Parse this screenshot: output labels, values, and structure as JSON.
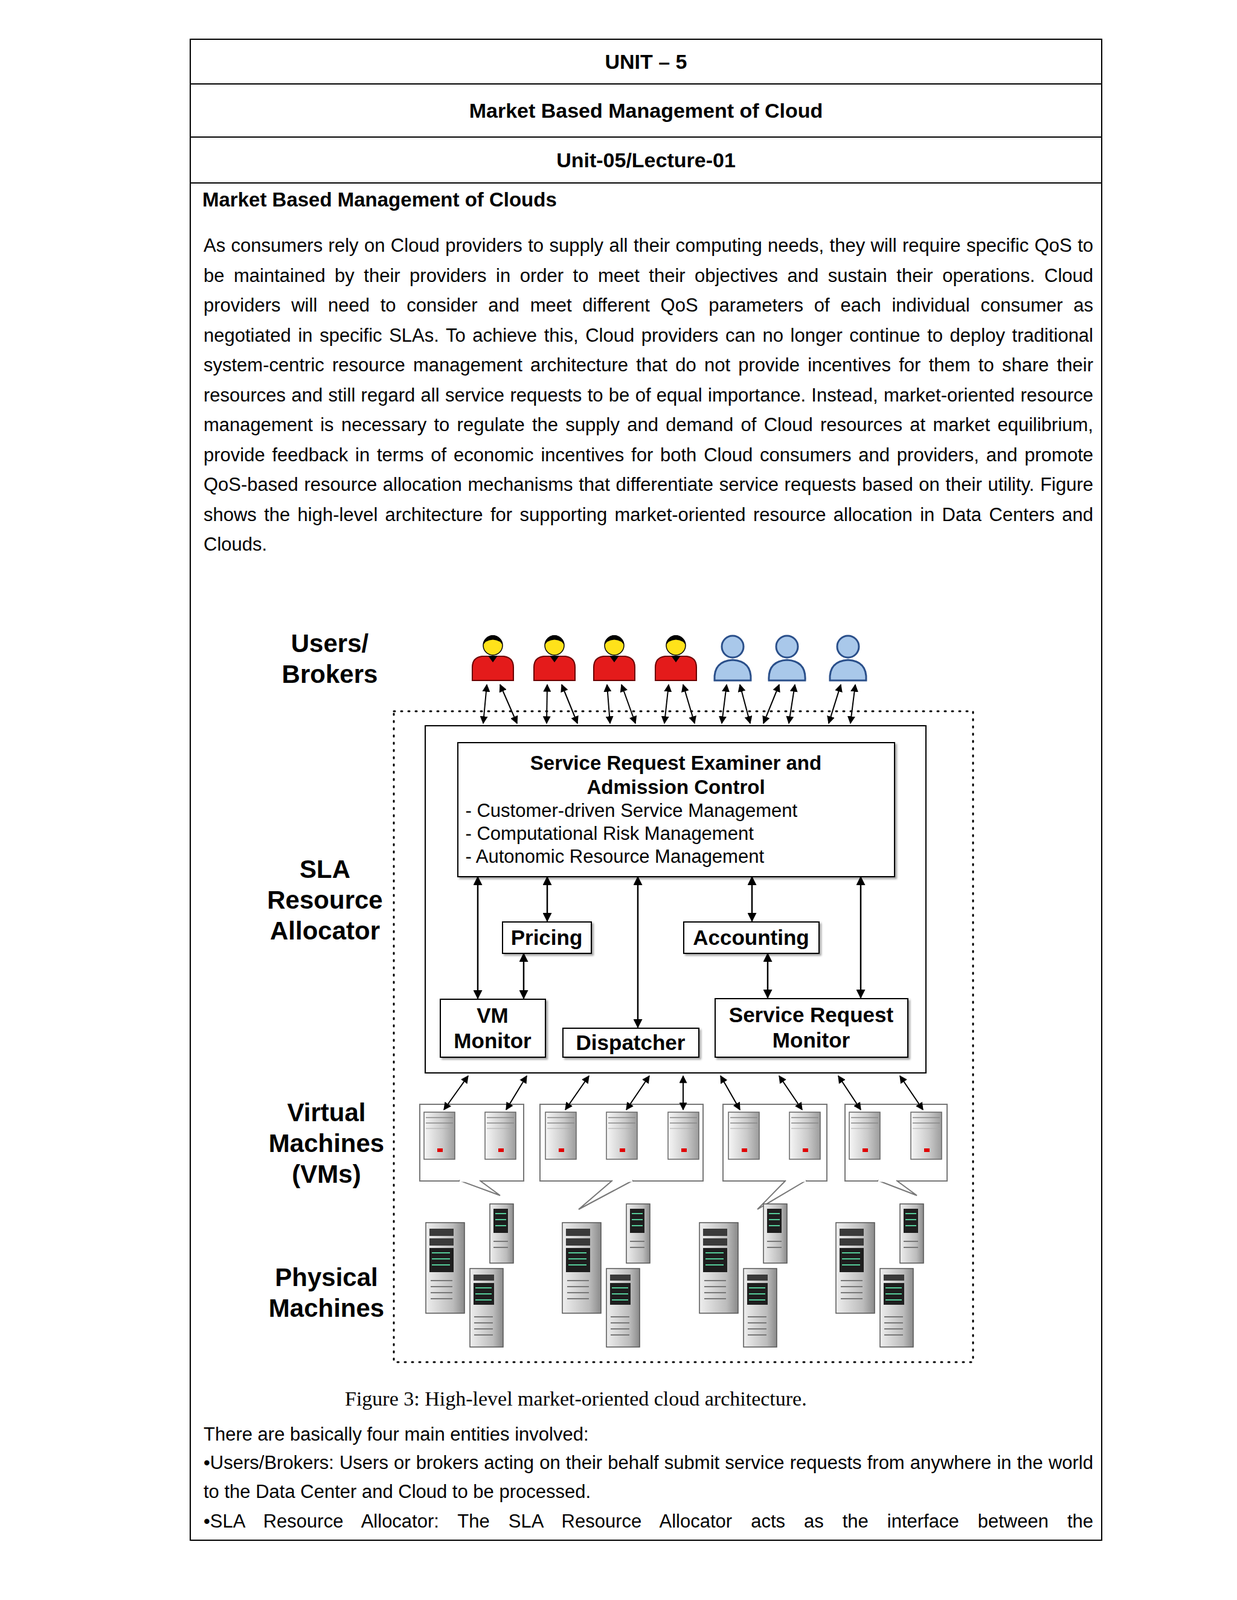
{
  "diagram": {
    "title": "Market Based Management of Clouds",
    "caption": "Figure 3: High-level market-oriented cloud architecture.",
    "nodes": [
      {
        "text": [
          "UNIT – 5"
        ]
      },
      {
        "text": [
          "Market Based Management of Cloud"
        ]
      },
      {
        "text": [
          "Unit-05/Lecture-01"
        ]
      },
      {
        "text": [
          "As consumers rely on Cloud providers to supply all their computing needs, they will require specific QoS to be maintained by their providers in order to meet their objectives and sustain their operations. Cloud providers will need to consider and meet different QoS parameters of each individual consumer as negotiated in specific SLAs. To achieve this, Cloud providers can no longer continue to deploy traditional system-centric resource management architecture that do not provide incentives for them to share their resources and still regard all service requests to be of equal importance. Instead, market-oriented resource management is necessary to regulate the supply and demand of Cloud resources at market equilibrium, provide feedback in terms of economic incentives for both Cloud consumers and providers, and promote QoS-based resource allocation mechanisms that differentiate service requests based on their utility. Figure shows the high-level architecture for supporting market-oriented resource allocation in Data Centers and Clouds.",
          "There are basically four main entities involved:",
          "•Users/Brokers: Users or brokers acting on their behalf submit service requests from anywhere in the world to the Data Center and Cloud to be processed.",
          "•SLA Resource Allocator: The SLA Resource Allocator acts as the interface between the"
        ]
      },
      {
        "text": [
          "SLA Resource Allocator"
        ],
        "in": 3
      },
      {
        "text": [
          "Service Request Examiner and Admission Control",
          "- Customer-driven Service Management",
          "- Computational Risk Management",
          "- Autonomic Resource Management"
        ],
        "in": 4
      },
      {
        "text": [
          "Pricing"
        ],
        "in": 4
      },
      {
        "text": [
          "Accounting"
        ],
        "in": 4
      },
      {
        "text": [
          "VM Monitor"
        ],
        "in": 4
      },
      {
        "text": [
          "Dispatcher"
        ],
        "in": 4
      },
      {
        "text": [
          "Service Request Monitor"
        ],
        "in": 4
      }
    ],
    "edges": [
      {
        "from": 5,
        "to": 8,
        "arrow": "both"
      },
      {
        "from": 5,
        "to": 6,
        "arrow": "both"
      },
      {
        "from": 6,
        "to": 8,
        "arrow": "both"
      },
      {
        "from": 5,
        "to": 9,
        "arrow": "both"
      },
      {
        "from": 5,
        "to": 7,
        "arrow": "both"
      },
      {
        "from": 7,
        "to": 10,
        "arrow": "both"
      },
      {
        "from": 5,
        "to": 10,
        "arrow": "both"
      }
    ],
    "labels": [
      "Users/ Brokers",
      "Virtual Machines (VMs)",
      "Physical Machines"
    ]
  }
}
